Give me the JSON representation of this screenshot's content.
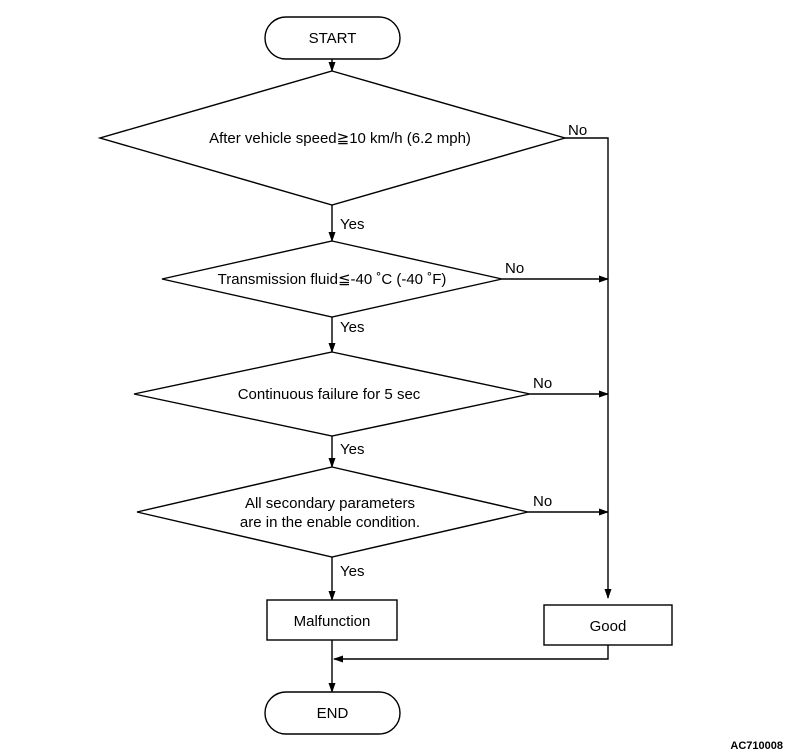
{
  "terminals": {
    "start": "START",
    "end": "END"
  },
  "decisions": {
    "d1": "After vehicle speed≧10 km/h (6.2 mph)",
    "d2": "Transmission fluid≦-40 ˚C (-40 ˚F)",
    "d3": "Continuous failure for 5 sec",
    "d4_line1": "All secondary parameters",
    "d4_line2": "are in the enable condition."
  },
  "branches": {
    "yes": "Yes",
    "no": "No"
  },
  "results": {
    "malfunction": "Malfunction",
    "good": "Good"
  },
  "figure_code": "AC710008"
}
